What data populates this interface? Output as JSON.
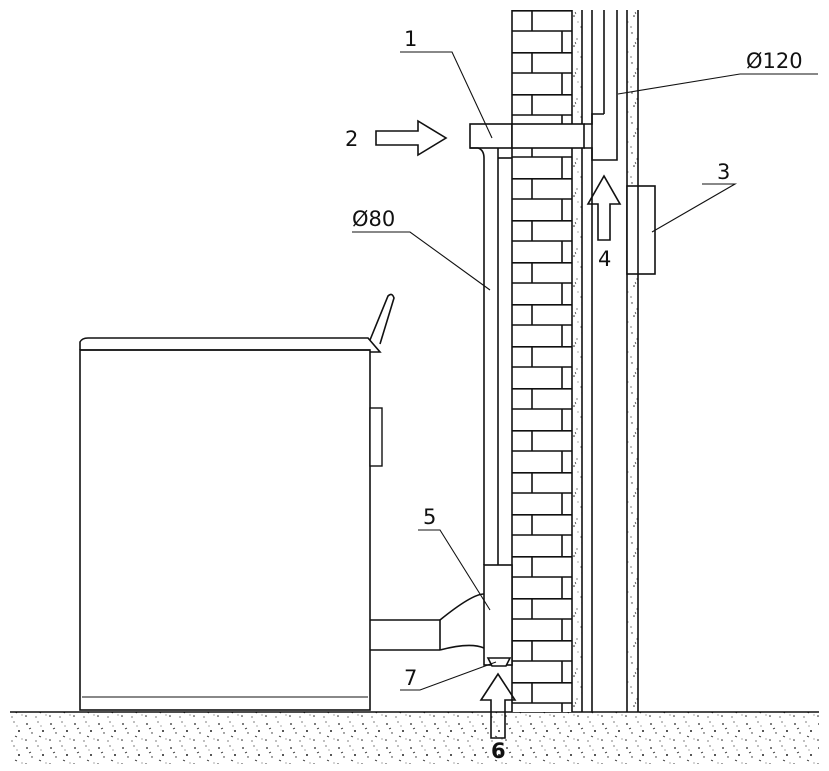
{
  "labels": {
    "part_1": "1",
    "part_2": "2",
    "part_3": "3",
    "part_4": "4",
    "part_5": "5",
    "part_6": "6",
    "part_7": "7",
    "pipe_large": "Ø120",
    "pipe_small": "Ø80"
  },
  "colors": {
    "line": "#111111",
    "background": "#ffffff"
  }
}
